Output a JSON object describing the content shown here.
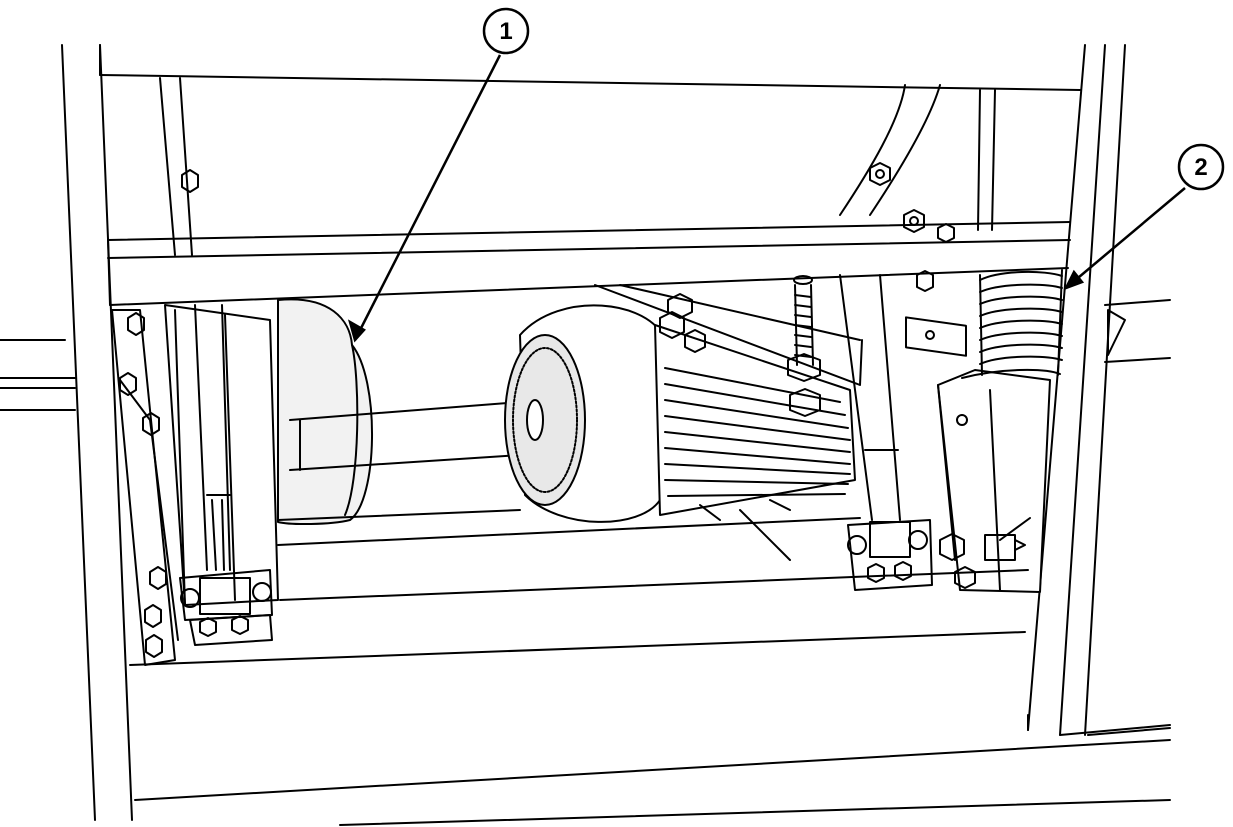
{
  "callouts": [
    {
      "label": "1",
      "target": "drive-belt"
    },
    {
      "label": "2",
      "target": "tension-spring"
    }
  ],
  "colors": {
    "line": "#000000",
    "background": "#ffffff",
    "shade": "#e6e6e6",
    "shade_dark": "#cfcfcf"
  }
}
